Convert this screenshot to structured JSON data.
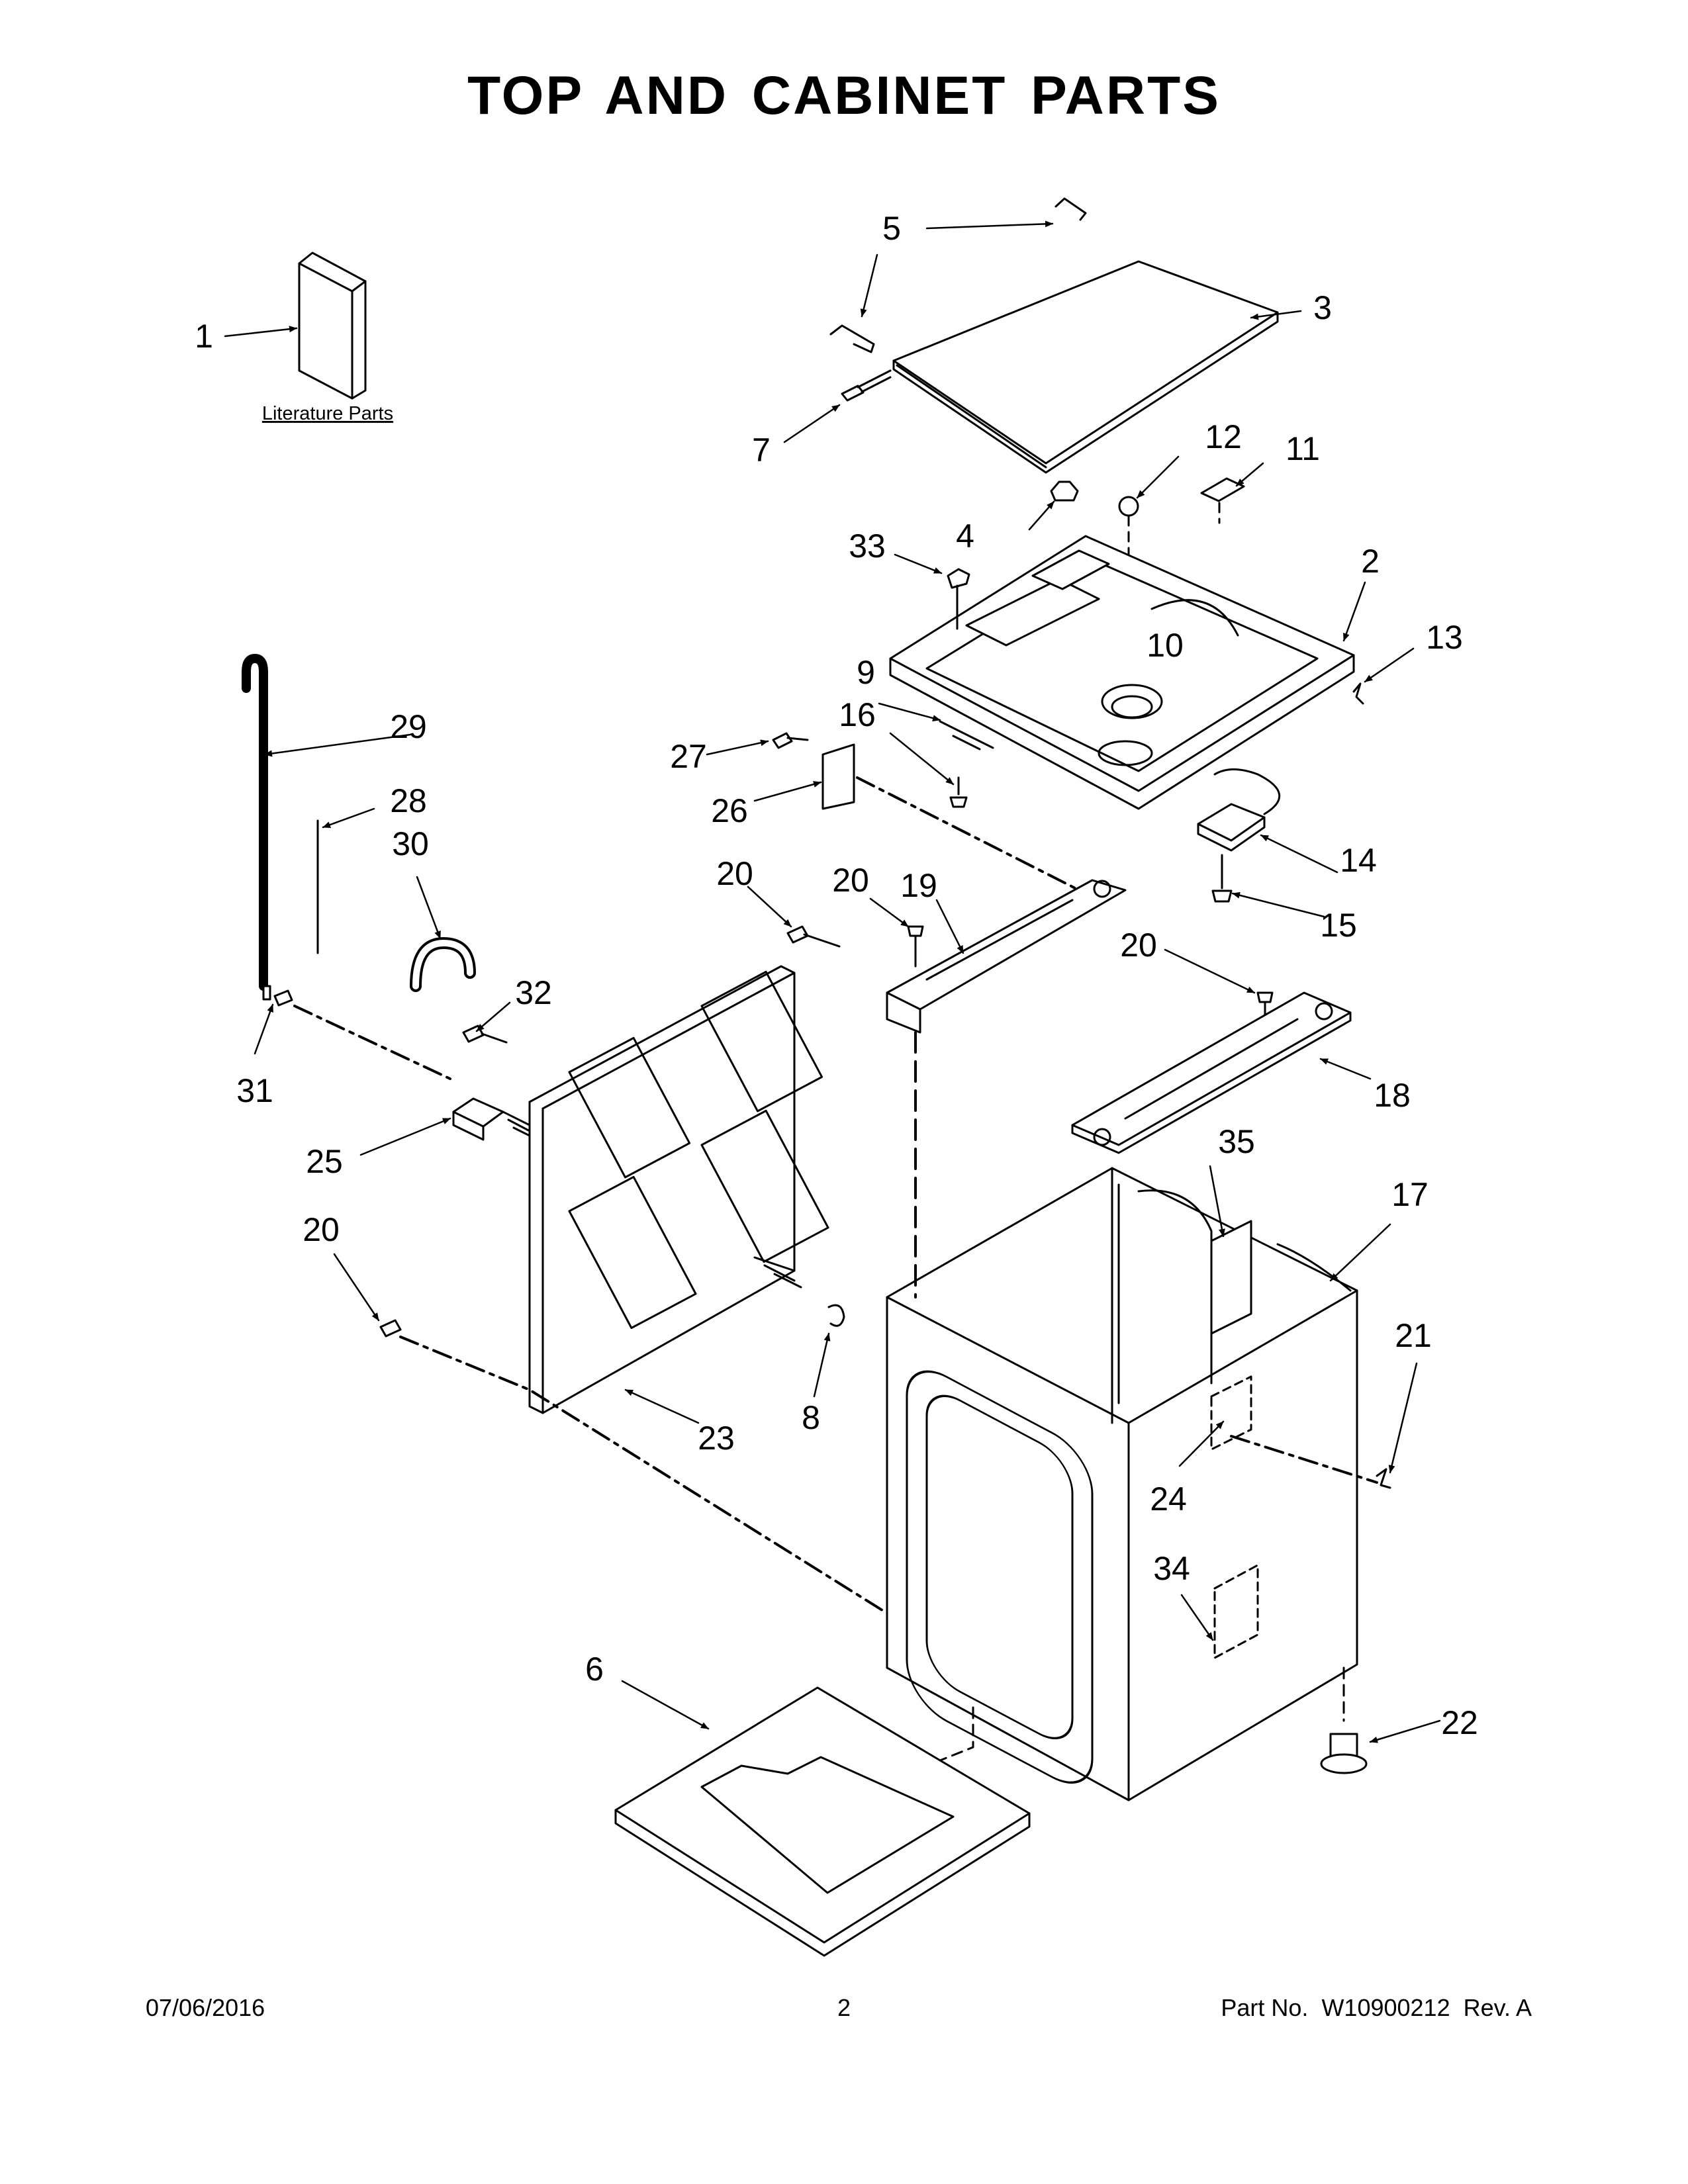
{
  "title": "TOP AND CABINET PARTS",
  "literature_label": "Literature Parts",
  "callouts": {
    "c1": "1",
    "c2": "2",
    "c3": "3",
    "c4": "4",
    "c5": "5",
    "c6": "6",
    "c7": "7",
    "c8": "8",
    "c9": "9",
    "c10": "10",
    "c11": "11",
    "c12": "12",
    "c13": "13",
    "c14": "14",
    "c15": "15",
    "c16": "16",
    "c17": "17",
    "c18": "18",
    "c19": "19",
    "c20a": "20",
    "c20b": "20",
    "c20c": "20",
    "c20d": "20",
    "c21": "21",
    "c22": "22",
    "c23": "23",
    "c24": "24",
    "c25": "25",
    "c26": "26",
    "c27": "27",
    "c28": "28",
    "c29": "29",
    "c30": "30",
    "c31": "31",
    "c32": "32",
    "c33": "33",
    "c34": "34",
    "c35": "35"
  },
  "footer": {
    "date": "07/06/2016",
    "page": "2",
    "part_label": "Part No.",
    "part_number": "W10900212",
    "revision": "Rev.  A"
  }
}
